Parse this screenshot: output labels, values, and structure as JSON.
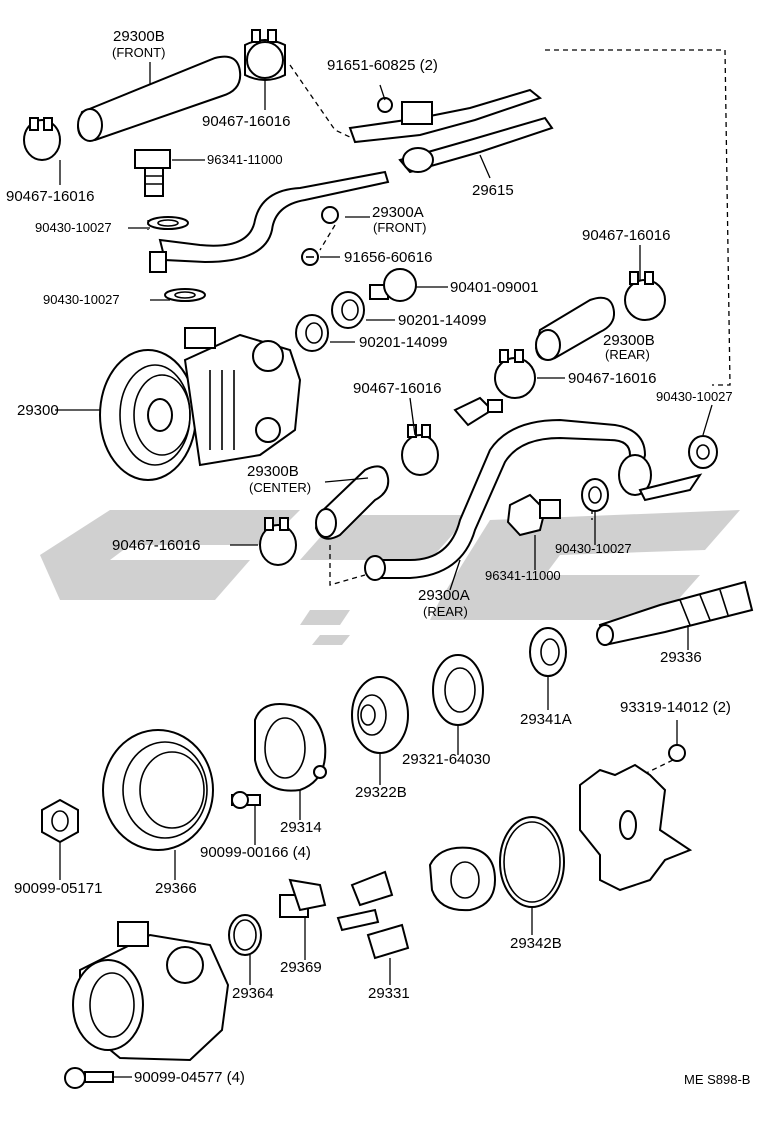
{
  "diagram_code": "ME S898-B",
  "parts": {
    "hose_front": "29300B",
    "hose_front_note": "(FRONT)",
    "clamp_top": "90467-16016",
    "clamp_left": "90467-16016",
    "union_bolt_top": "96341-11000",
    "gasket_top": "90430-10027",
    "gasket_mid": "90430-10027",
    "bolt_bracket": "91651-60825 (2)",
    "tube_29615": "29615",
    "tube_front": "29300A",
    "tube_front_note": "(FRONT)",
    "bolt_91656": "91656-60616",
    "clamp_right": "90467-16016",
    "plug": "90401-09001",
    "oring_1": "90201-14099",
    "oring_2": "90201-14099",
    "hose_rear": "29300B",
    "hose_rear_note": "(REAR)",
    "clamp_rear": "90467-16016",
    "gasket_right": "90430-10027",
    "clamp_center": "90467-16016",
    "pump_assy": "29300",
    "hose_center": "29300B",
    "hose_center_note": "(CENTER)",
    "clamp_lower": "90467-16016",
    "gasket_lower": "90430-10027",
    "union_bolt_lower": "96341-11000",
    "tube_rear": "29300A",
    "tube_rear_note": "(REAR)",
    "shaft": "29336",
    "seal": "29341A",
    "washer": "29321-64030",
    "bearing": "29322B",
    "plate": "29314",
    "nut_9331": "93319-14012 (2)",
    "screw": "90099-00166 (4)",
    "nut": "90099-05171",
    "pulley": "29366",
    "oring_large": "29342B",
    "housing": "29369",
    "ring": "29364",
    "vanes": "29331",
    "bolt_bottom": "90099-04577 (4)"
  },
  "watermark_colors": {
    "gray": "#c8c8c8"
  }
}
